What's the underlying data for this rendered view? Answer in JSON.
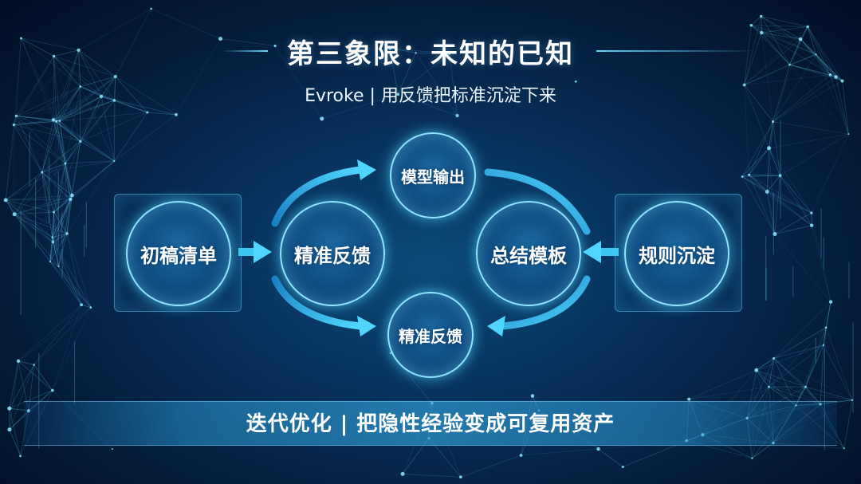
{
  "title": "第三象限：未知的已知",
  "subtitle": "Evroke | 用反馈把标准沉淀下来",
  "nodes": {
    "left": "初稿清单",
    "center_left": "精准反馈",
    "top": "模型输出",
    "bottom": "精准反馈",
    "center_right": "总结模板",
    "right": "规则沉淀"
  },
  "banner": "迭代优化 | 把隐性经验变成可复用资产",
  "colors": {
    "accent": "#5fd4ff",
    "node_border": "#8fe4ff",
    "arrow": "#3cc8f5"
  }
}
